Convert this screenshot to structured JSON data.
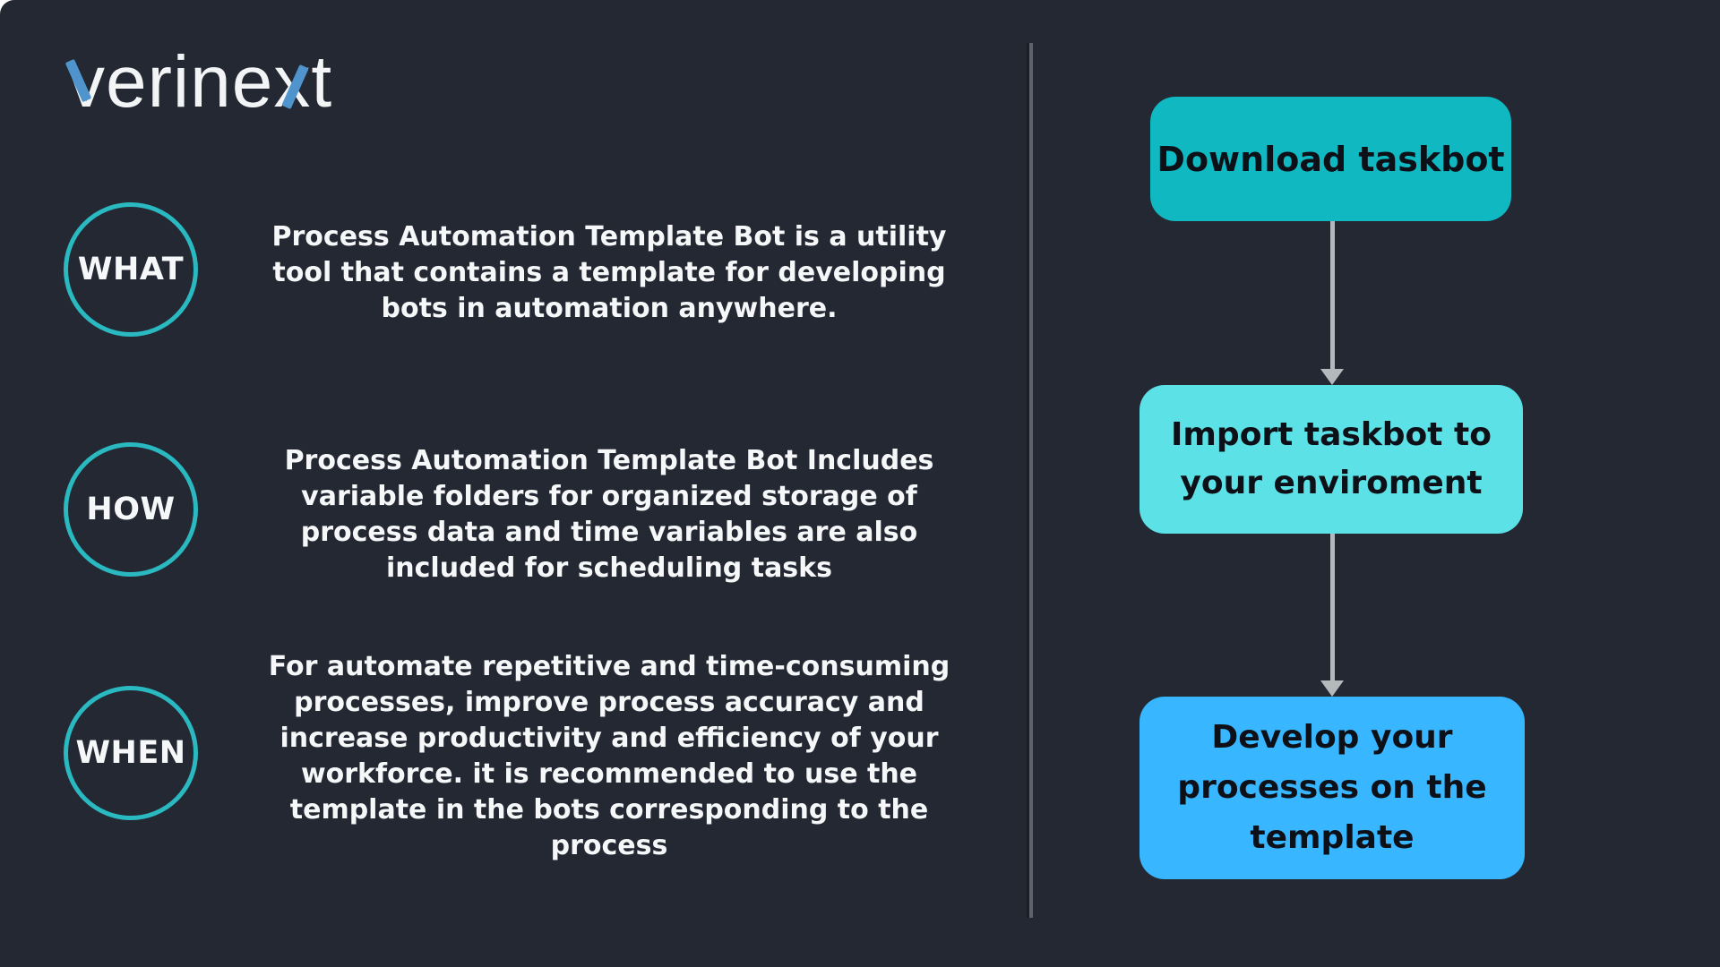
{
  "slide": {
    "background": "#232833",
    "logo": {
      "text": "verinext",
      "text_color": "#f2f4f6",
      "accent_color": "#4f94cd"
    },
    "circle_border_color": "#2ab9c0",
    "sections": [
      {
        "label": "WHAT",
        "text": "Process Automation Template Bot is a utility\ntool that contains a template for developing\nbots in automation anywhere."
      },
      {
        "label": "HOW",
        "text": "Process Automation Template Bot Includes\nvariable folders for organized storage of\nprocess data and time variables are also\nincluded for scheduling tasks"
      },
      {
        "label": "WHEN",
        "text": "For automate repetitive and time-consuming\nprocesses, improve process accuracy and\nincrease productivity and efficiency of your\nworkforce. it is recommended to use the\ntemplate in the bots corresponding to the\nprocess"
      }
    ],
    "divider_color": "#5d626b",
    "flowchart": {
      "arrow_color": "#b6b9bc",
      "steps": [
        {
          "label": "Download taskbot",
          "bg": "#10b9c1",
          "text_color": "#0d1117"
        },
        {
          "label": "Import taskbot to\nyour enviroment",
          "bg": "#5ce1e6",
          "text_color": "#0d1117"
        },
        {
          "label": "Develop your\nprocesses on the\ntemplate",
          "bg": "#38b6ff",
          "text_color": "#0d1117"
        }
      ]
    }
  }
}
